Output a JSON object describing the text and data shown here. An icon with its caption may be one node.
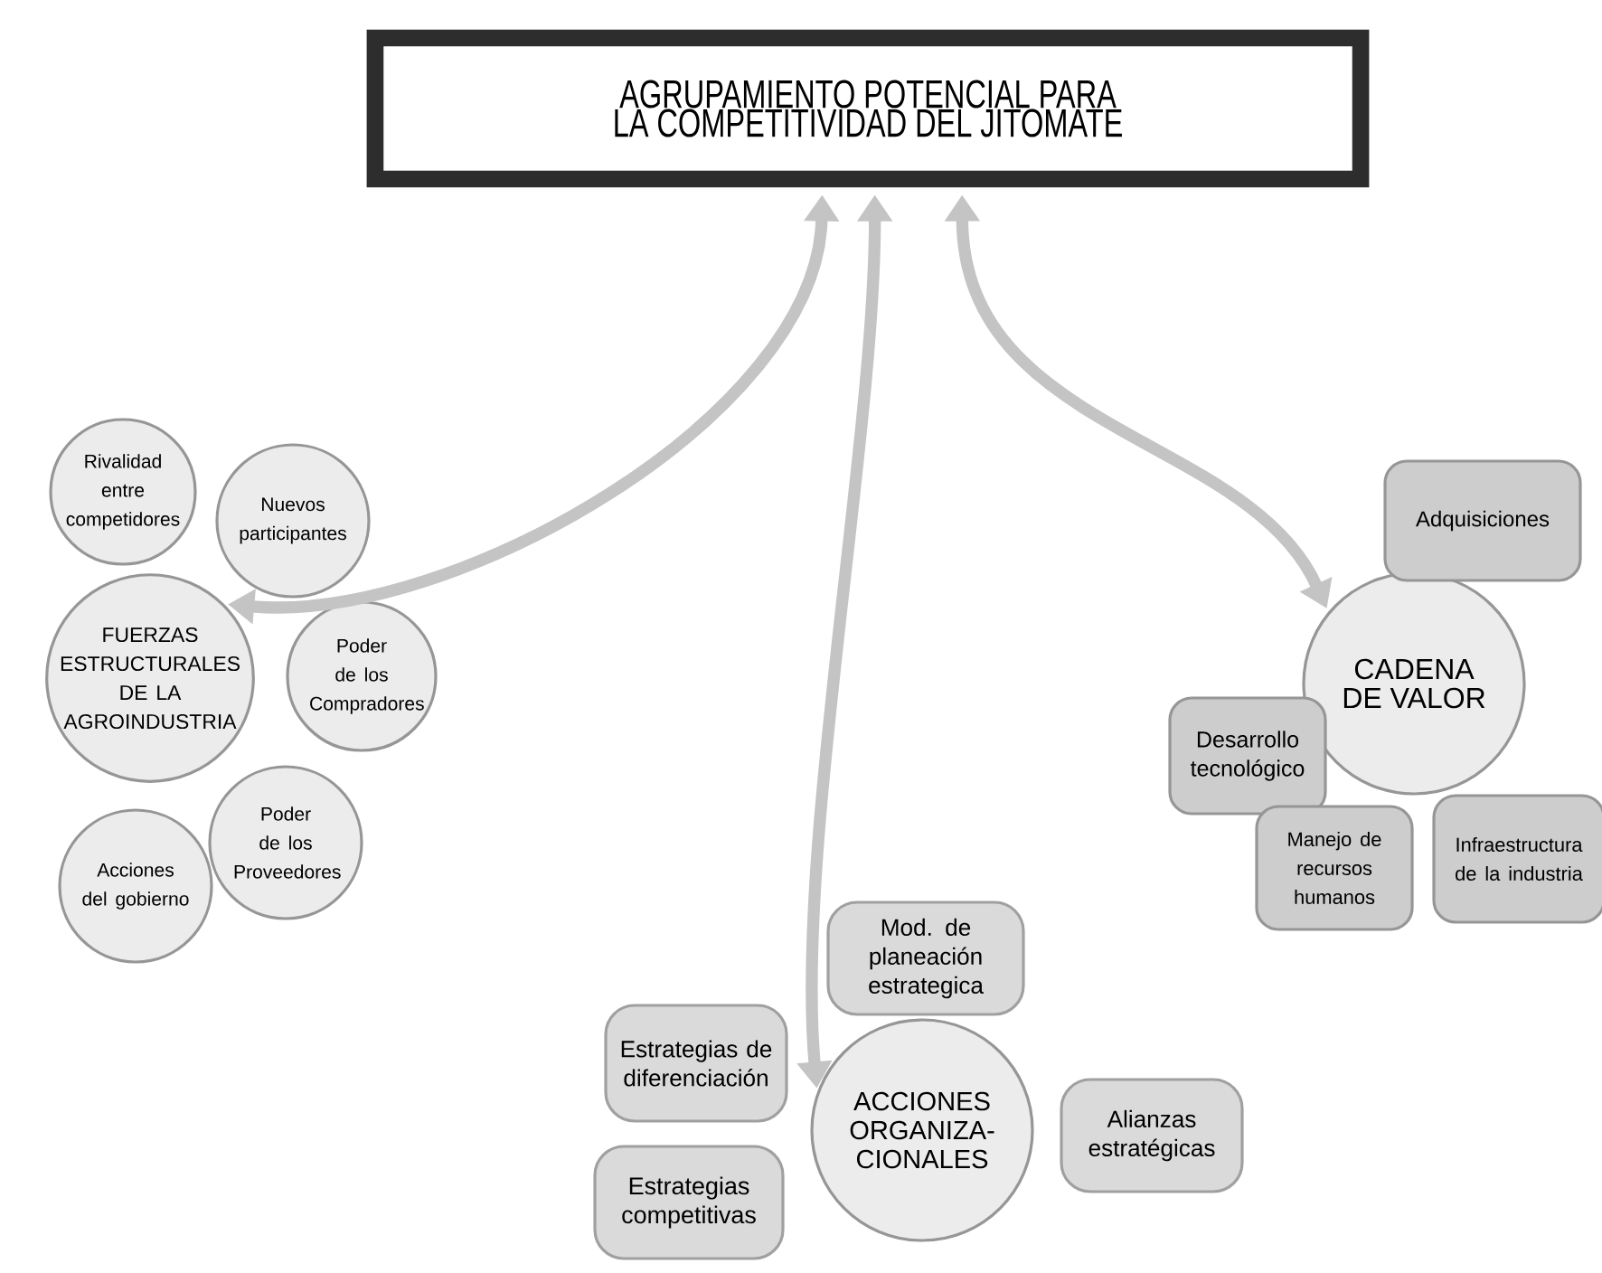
{
  "diagram": {
    "nodes": [
      {
        "text": [
          "AGRUPAMIENTO POTENCIAL PARA LA COMPETITIVIDAD DEL JITOMATE"
        ]
      },
      {
        "text": [
          "FUERZAS ESTRUCTURALES DE LA AGROINDUSTRIA"
        ]
      },
      {
        "text": [
          "Rivalidad entre competidores"
        ]
      },
      {
        "text": [
          "Nuevos participantes"
        ]
      },
      {
        "text": [
          "Poder de los Compradores"
        ]
      },
      {
        "text": [
          "Poder de los Proveedores"
        ]
      },
      {
        "text": [
          "Acciones del gobierno"
        ]
      },
      {
        "text": [
          "CADENA DE VALOR"
        ]
      },
      {
        "text": [
          "Adquisiciones"
        ]
      },
      {
        "text": [
          "Desarrollo tecnológico"
        ]
      },
      {
        "text": [
          "Manejo de recursos humanos"
        ]
      },
      {
        "text": [
          "Infraestructura de la industria"
        ]
      },
      {
        "text": [
          "ACCIONES ORGANIZA- CIONALES"
        ]
      },
      {
        "text": [
          "Mod. de planeación estrategica"
        ]
      },
      {
        "text": [
          "Estrategias de diferenciación"
        ]
      },
      {
        "text": [
          "Alianzas estratégicas"
        ]
      },
      {
        "text": [
          "Estrategias competitivas"
        ]
      }
    ],
    "edges": [
      {
        "from": 0,
        "to": 1,
        "arrow": "both"
      },
      {
        "from": 0,
        "to": 12,
        "arrow": "both"
      },
      {
        "from": 0,
        "to": 7,
        "arrow": "both"
      }
    ]
  }
}
